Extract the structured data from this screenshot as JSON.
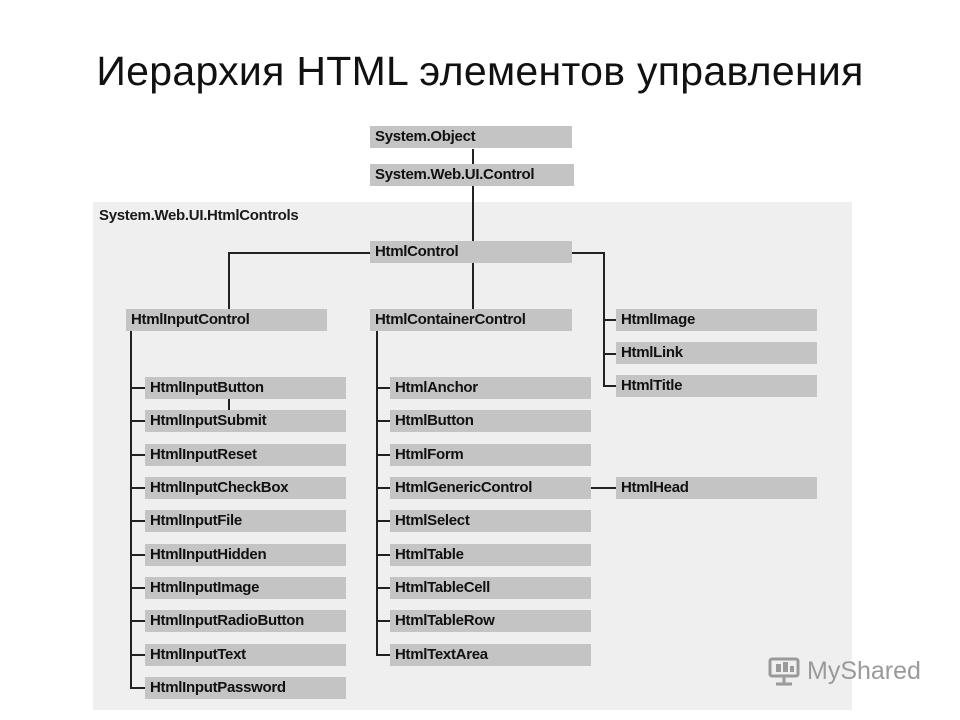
{
  "title": "Иерархия HTML элементов управления",
  "namespace_label": "System.Web.UI.HtmlControls",
  "nodes": {
    "system_object": "System.Object",
    "system_web_ui_control": "System.Web.UI.Control",
    "html_control": "HtmlControl",
    "html_input_control": "HtmlInputControl",
    "html_container_control": "HtmlContainerControl",
    "html_image": "HtmlImage",
    "html_link": "HtmlLink",
    "html_title": "HtmlTitle",
    "html_head": "HtmlHead"
  },
  "input_children": [
    "HtmlInputButton",
    "HtmlInputSubmit",
    "HtmlInputReset",
    "HtmlInputCheckBox",
    "HtmlInputFile",
    "HtmlInputHidden",
    "HtmlInputImage",
    "HtmlInputRadioButton",
    "HtmlInputText",
    "HtmlInputPassword"
  ],
  "container_children": [
    "HtmlAnchor",
    "HtmlButton",
    "HtmlForm",
    "HtmlGenericControl",
    "HtmlSelect",
    "HtmlTable",
    "HtmlTableCell",
    "HtmlTableRow",
    "HtmlTextArea"
  ],
  "watermark": "MyShared"
}
